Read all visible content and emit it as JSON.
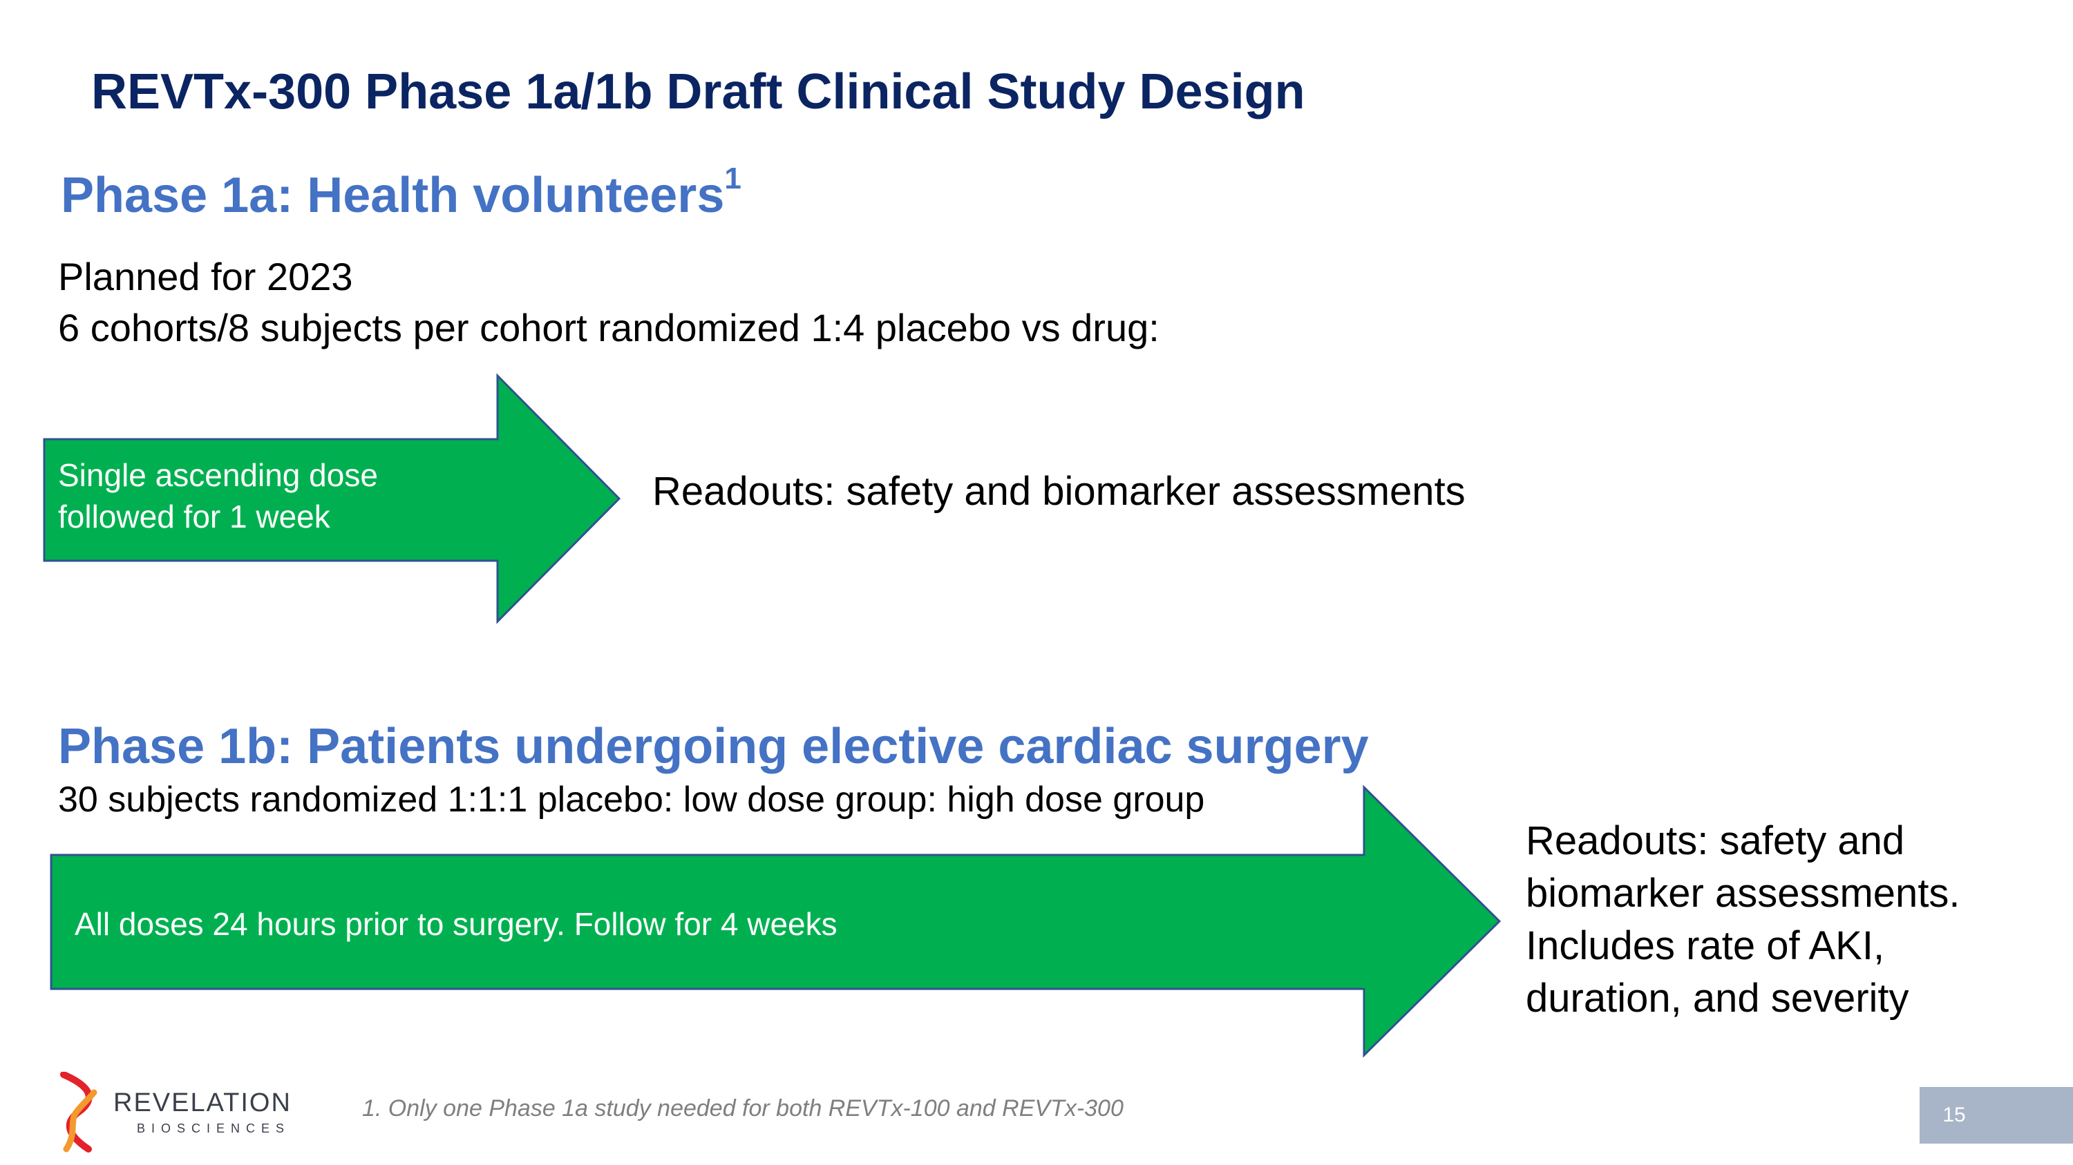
{
  "slide": {
    "title": "REVTx-300 Phase 1a/1b Draft Clinical Study Design",
    "page_number": "15"
  },
  "phase1a": {
    "heading": "Phase 1a:  Health volunteers",
    "heading_superscript": "1",
    "planned": "Planned for 2023",
    "cohorts": "6 cohorts/8 subjects per cohort randomized 1:4 placebo vs drug:",
    "arrow_line1": "Single ascending dose",
    "arrow_line2": "followed for 1 week",
    "readout": "Readouts:  safety and biomarker assessments"
  },
  "phase1b": {
    "heading": "Phase 1b:  Patients undergoing elective cardiac surgery",
    "subjects": "30 subjects randomized 1:1:1 placebo: low dose group: high dose group",
    "arrow_text": "All doses 24 hours prior to surgery.   Follow for 4 weeks",
    "readout_lines": [
      "Readouts: safety and",
      "biomarker assessments.",
      "Includes rate of AKI,",
      "duration, and severity"
    ]
  },
  "footnote": "1. Only one Phase 1a study needed for both REVTx-100 and REVTx-300",
  "logo": {
    "name": "REVELATION",
    "subtitle": "BIOSCIENCES",
    "icon": "dna-helix-icon"
  },
  "colors": {
    "title": "#0b2462",
    "heading": "#4472c4",
    "arrow_fill": "#00b050",
    "arrow_stroke": "#2f528f",
    "page_box": "#a8b5c8"
  }
}
